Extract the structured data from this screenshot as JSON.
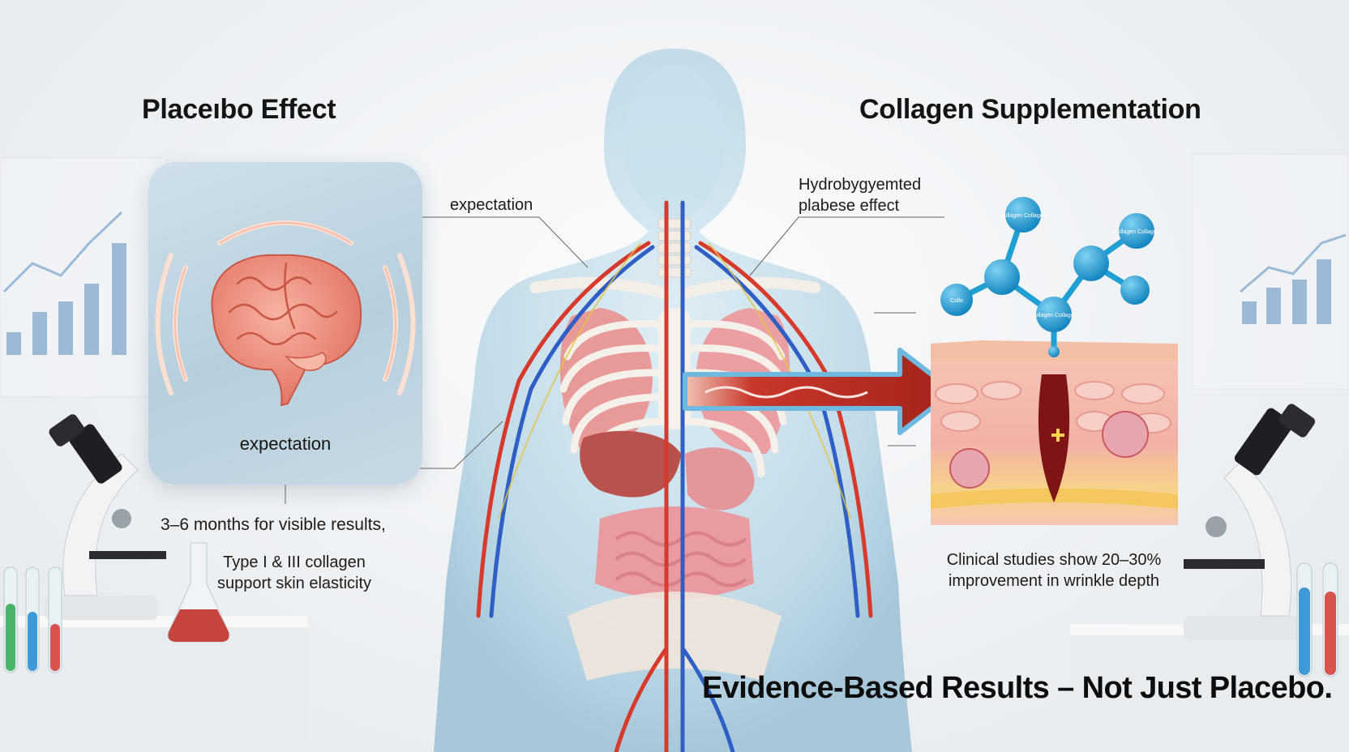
{
  "headings": {
    "left": "Placeıbo Effect",
    "right": "Collagen Supplementation"
  },
  "labels": {
    "expectation_top": "expectation",
    "hydro_line1": "Hydrobygyemted",
    "hydro_line2": "plabese effect",
    "card_caption": "expectation",
    "timeline": "3–6 months for visible results,",
    "type_line1": "Type I & III collagen",
    "type_line2": "support skin elasticity",
    "clinical_line1": "Clinical studies show 20–30%",
    "clinical_line2": "improvement in wrinkle depth"
  },
  "molecule_labels": [
    "Collagen Collagen",
    "Collagen Collagen",
    "Colle",
    "Collagen Collagen"
  ],
  "footer": "Evidence-Based Results – Not Just Placebo.",
  "colors": {
    "background": "#eef1f4",
    "body_glass": "#bcd8e6",
    "artery": "#d63a2c",
    "vein": "#2f5fc4",
    "molecule": "#1f9fd4",
    "arrow_fill": "#b3261e",
    "arrow_border": "#6fb8e0",
    "brain": "#ef8a7a",
    "skin_layer": "#f3b8ae"
  },
  "icons": [
    "brain-icon",
    "molecule-icon",
    "skin-cross-section-icon",
    "arrow-icon",
    "microscope-icon",
    "chart-icon",
    "test-tube-icon",
    "flask-icon"
  ]
}
